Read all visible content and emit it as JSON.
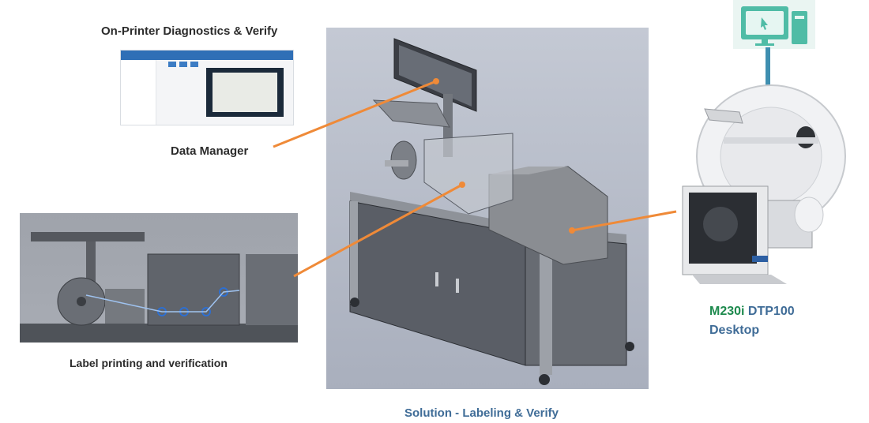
{
  "labels": {
    "diagnostics": "On-Printer Diagnostics & Verify",
    "data_manager": "Data Manager",
    "label_printing": "Label printing and verification",
    "solution": "Solution - Labeling & Verify",
    "model_part1": "M230i",
    "model_part2": "DTP100",
    "model_line2": "Desktop"
  },
  "colors": {
    "callout_orange": "#ef8a38",
    "model_green": "#1e8a4e",
    "model_blue": "#3f6c97",
    "monitor_teal": "#4fbca6"
  },
  "icons": {
    "desktop": "desktop-monitor-icon"
  }
}
